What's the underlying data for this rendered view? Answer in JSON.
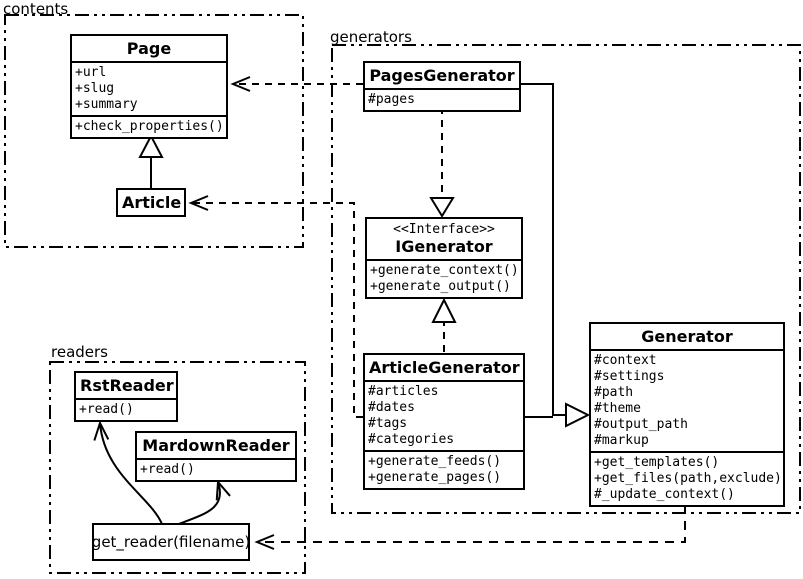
{
  "packages": {
    "contents": {
      "label": "contents"
    },
    "generators": {
      "label": "generators"
    },
    "readers": {
      "label": "readers"
    }
  },
  "classes": {
    "page": {
      "name": "Page",
      "attributes": [
        "+url",
        "+slug",
        "+summary"
      ],
      "methods": [
        "+check_properties()"
      ]
    },
    "article": {
      "name": "Article"
    },
    "pages_generator": {
      "name": "PagesGenerator",
      "attributes": [
        "#pages"
      ]
    },
    "igenerator": {
      "stereotype": "<<Interface>>",
      "name": "IGenerator",
      "methods": [
        "+generate_context()",
        "+generate_output()"
      ]
    },
    "article_generator": {
      "name": "ArticleGenerator",
      "attributes": [
        "#articles",
        "#dates",
        "#tags",
        "#categories"
      ],
      "methods": [
        "+generate_feeds()",
        "+generate_pages()"
      ]
    },
    "generator": {
      "name": "Generator",
      "attributes": [
        "#context",
        "#settings",
        "#path",
        "#theme",
        "#output_path",
        "#markup"
      ],
      "methods": [
        "+get_templates()",
        "+get_files(path,exclude)",
        "#_update_context()"
      ]
    },
    "rst_reader": {
      "name": "RstReader",
      "methods": [
        "+read()"
      ]
    },
    "mardown_reader": {
      "name": "MardownReader",
      "methods": [
        "+read()"
      ]
    },
    "get_reader": {
      "label": "get_reader(filename)"
    }
  },
  "relationships": [
    {
      "type": "inheritance",
      "from": "Article",
      "to": "Page"
    },
    {
      "type": "dependency",
      "from": "PagesGenerator",
      "to": "Page"
    },
    {
      "type": "dependency",
      "from": "ArticleGenerator",
      "to": "Article"
    },
    {
      "type": "realization",
      "from": "PagesGenerator",
      "to": "IGenerator"
    },
    {
      "type": "realization",
      "from": "ArticleGenerator",
      "to": "IGenerator"
    },
    {
      "type": "inheritance",
      "from": "PagesGenerator",
      "to": "Generator"
    },
    {
      "type": "inheritance",
      "from": "ArticleGenerator",
      "to": "Generator"
    },
    {
      "type": "dependency",
      "from": "Generator",
      "to": "get_reader(filename)"
    },
    {
      "type": "arrow",
      "from": "get_reader(filename)",
      "to": "RstReader"
    },
    {
      "type": "arrow",
      "from": "get_reader(filename)",
      "to": "MardownReader"
    }
  ],
  "colors": {
    "line": "#000000",
    "background": "#ffffff",
    "box_fill": "#ffffff"
  }
}
